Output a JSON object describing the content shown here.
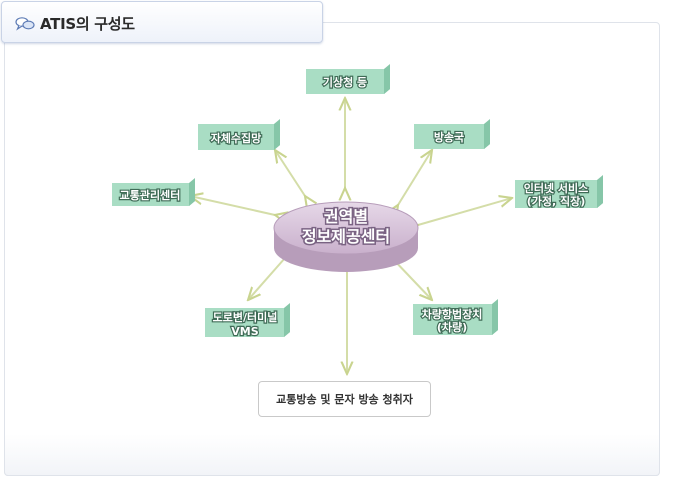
{
  "header": {
    "title": "ATIS의 구성도"
  },
  "diagram": {
    "center": {
      "line1": "권역별",
      "line2": "정보제공센터"
    },
    "nodes": {
      "weather": {
        "line1": "기상청 등"
      },
      "broadcast": {
        "line1": "방송국"
      },
      "self_collect": {
        "line1": "자체수집망"
      },
      "traffic_center": {
        "line1": "교통관리센터"
      },
      "internet": {
        "line1": "인터넷 서비스",
        "line2": "(가정, 직장)"
      },
      "vms": {
        "line1": "도로변/터미널",
        "line2": "VMS"
      },
      "car_nav": {
        "line1": "차량항법장치",
        "line2": "(차량)"
      }
    },
    "viewer": "교통방송 및 문자 방송 청취자"
  },
  "colors": {
    "node_face": "#a9ddc4",
    "node_side": "#86c6a8",
    "arrow": "#d4dda8",
    "center_top": "#d8c6db",
    "center_side": "#b79dba"
  }
}
